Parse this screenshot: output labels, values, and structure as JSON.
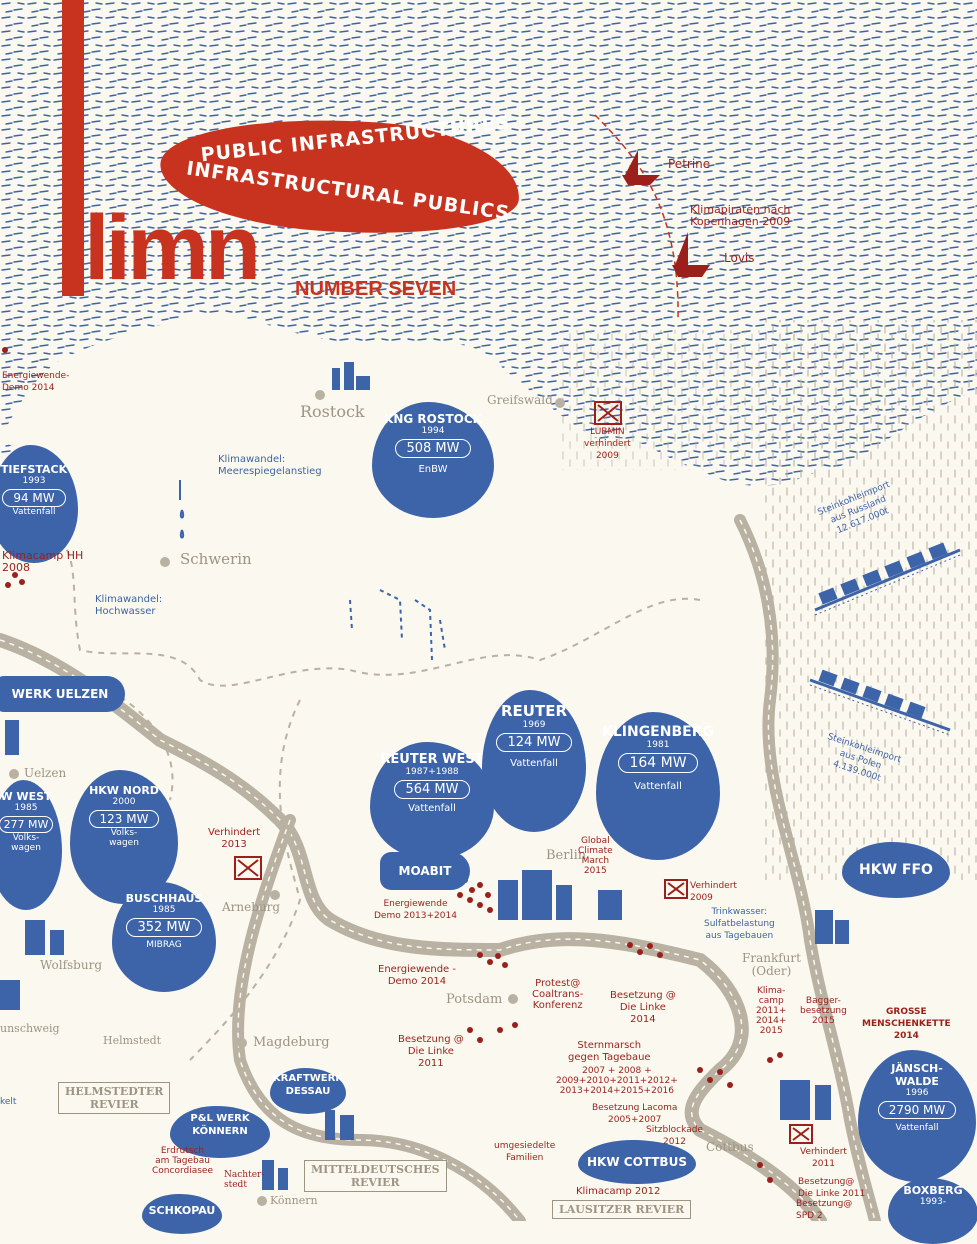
{
  "masthead": {
    "logo": "limn",
    "issue": "NUMBER SEVEN",
    "title_line1": "PUBLIC INFRASTRUCTURES",
    "title_line2": "INFRASTRUCTURAL PUBLICS"
  },
  "colors": {
    "sea": "#3d64a8",
    "red": "#c8331f",
    "darkred": "#9b1f1b",
    "river": "#b9b1a1",
    "paper": "#fbf8ef"
  },
  "cities": {
    "rostock": "Rostock",
    "greifswald": "Greifswald",
    "schwerin": "Schwerin",
    "uelzen": "Uelzen",
    "wolfsburg": "Wolfsburg",
    "arneburg": "Arneburg",
    "magdeburg": "Magdeburg",
    "braunschweig": "unschweig",
    "helmstedt": "Helmstedt",
    "potsdam": "Potsdam",
    "berlin": "Berlin",
    "frankfurt": "Frankfurt\n(Oder)",
    "cottbus": "Cottbus",
    "konnern": "Könnern",
    "nachterstedt": "Nachter-\nstedt"
  },
  "plants": {
    "kng_rostock": {
      "name": "KNG ROSTOCK",
      "year": "1994",
      "mw": "508 MW",
      "owner": "EnBW"
    },
    "tiefstack": {
      "name": "TIEFSTACK",
      "year": "1993",
      "mw": "94 MW",
      "owner": "Vattenfall"
    },
    "werk_uelzen": {
      "name": "WERK UELZEN"
    },
    "hkw_west": {
      "name": "W WEST",
      "year": "1985",
      "mw": "277 MW",
      "owner": "Volks-\nwagen"
    },
    "hkw_nord": {
      "name": "HKW NORD",
      "year": "2000",
      "mw": "123 MW",
      "owner": "Volks-\nwagen"
    },
    "buschhaus": {
      "name": "BUSCHHAUS",
      "year": "1985",
      "mw": "352 MW",
      "owner": "MIBRAG"
    },
    "reuter_west": {
      "name": "REUTER WEST",
      "year": "1987+1988",
      "mw": "564 MW",
      "owner": "Vattenfall"
    },
    "reuter": {
      "name": "REUTER",
      "year": "1969",
      "mw": "124 MW",
      "owner": "Vattenfall"
    },
    "klingenberg": {
      "name": "KLINGENBERG",
      "year": "1981",
      "mw": "164 MW",
      "owner": "Vattenfall"
    },
    "moabit": {
      "name": "MOABIT"
    },
    "hkw_ffo": {
      "name": "HKW FFO"
    },
    "kraftwerk_dessau": {
      "name": "KRAFTWERK\nDESSAU"
    },
    "pl_werk_konnern": {
      "name": "P&L WERK\nKÖNNERN"
    },
    "schkopau": {
      "name": "SCHKOPAU"
    },
    "hkw_cottbus": {
      "name": "HKW COTTBUS"
    },
    "janschwalde": {
      "name": "JÄNSCH-\nWALDE",
      "year": "1996",
      "mw": "2790 MW",
      "owner": "Vattenfall"
    },
    "boxberg": {
      "name": "BOXBERG",
      "year": "1993-"
    }
  },
  "annotations": {
    "petrine": "Petrine",
    "lovis": "Lovis",
    "klimapiraten": "Klimapiraten nach\nKopenhagen 2009",
    "energiewende_nord": "Energiewende-\nDemo 2014",
    "lubmin": "LUBMIN\nverhindert\n2009",
    "meeresspiegel": "Klimawandel:\nMeerespiegelanstieg",
    "hochwasser": "Klimawandel:\nHochwasser",
    "klimacamp_hh": "Klimacamp HH\n2008",
    "russland": "Steinkohleimport\naus Russland\n12.617.000t",
    "polen": "Steinkohleimport\naus Polen\n4.139.000t",
    "verhindert_2013": "Verhindert\n2013",
    "verhindert_2009": "Verhindert\n2009",
    "global_climate": "Global\nClimate\nMarch\n2015",
    "energiewende_2013": "Energiewende\nDemo 2013+2014",
    "trinkwasser": "Trinkwasser:\nSulfatbelastung\naus Tagebauen",
    "energiewende_2014": "Energiewende -\nDemo 2014",
    "protest_coal": "Protest@\nCoaltrans-\nKonferenz",
    "besetzung_linke_2014": "Besetzung @\nDie Linke\n2014",
    "besetzung_linke_2011": "Besetzung @\nDie Linke\n2011",
    "klimacamp_lausitz": "Klima-\ncamp\n2011+\n2014+\n2015",
    "baggerbesetzung": "Bagger-\nbesetzung\n2015",
    "menschenkette": "GROSSE\nMENSCHENKETTE\n2014",
    "sternmarsch": "Sternmarsch\ngegen Tagebaue",
    "sternmarsch_years": "2007 + 2008 +\n2009+2010+2011+2012+\n2013+2014+2015+2016",
    "besetzung_lacoma": "Besetzung Lacoma\n2005+2007",
    "sitzblockade": "Sitzblockade\n2012",
    "verhindert_2011": "Verhindert\n2011",
    "besetzung_linke_2011b": "Besetzung@\nDie Linke 2011",
    "besetzung_spd": "Besetzung@\nSPD 2",
    "umgesiedelte": "umgesiedelte\nFamilien",
    "klimacamp_2012": "Klimacamp 2012",
    "erdrutsch": "Erdrutsch\nam Tagebau\nConcordiasee",
    "kelt": "kelt"
  },
  "regions": {
    "helmstedter": "HELMSTEDTER\nREVIER",
    "mitteldeutsches": "MITTELDEUTSCHES\nREVIER",
    "lausitzer": "LAUSITZER REVIER"
  }
}
